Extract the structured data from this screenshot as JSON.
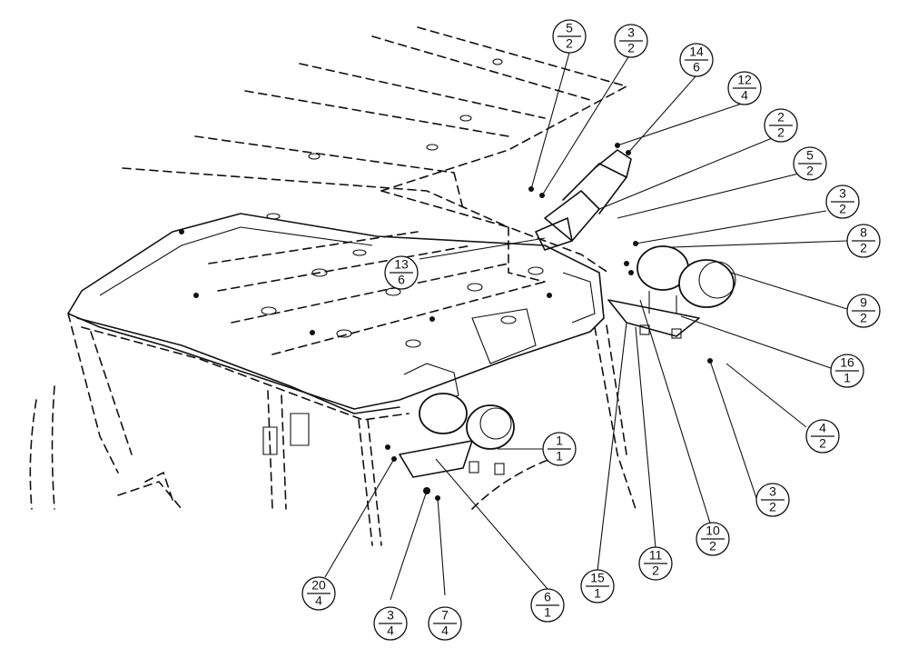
{
  "callouts": [
    {
      "part": "5",
      "qty": "2"
    },
    {
      "part": "3",
      "qty": "2"
    },
    {
      "part": "14",
      "qty": "6"
    },
    {
      "part": "12",
      "qty": "4"
    },
    {
      "part": "2",
      "qty": "2"
    },
    {
      "part": "5",
      "qty": "2"
    },
    {
      "part": "3",
      "qty": "2"
    },
    {
      "part": "8",
      "qty": "2"
    },
    {
      "part": "9",
      "qty": "2"
    },
    {
      "part": "16",
      "qty": "1"
    },
    {
      "part": "4",
      "qty": "2"
    },
    {
      "part": "3",
      "qty": "2"
    },
    {
      "part": "10",
      "qty": "2"
    },
    {
      "part": "11",
      "qty": "2"
    },
    {
      "part": "15",
      "qty": "1"
    },
    {
      "part": "6",
      "qty": "1"
    },
    {
      "part": "7",
      "qty": "4"
    },
    {
      "part": "3",
      "qty": "4"
    },
    {
      "part": "20",
      "qty": "4"
    },
    {
      "part": "1",
      "qty": "1"
    },
    {
      "part": "13",
      "qty": "6"
    }
  ]
}
